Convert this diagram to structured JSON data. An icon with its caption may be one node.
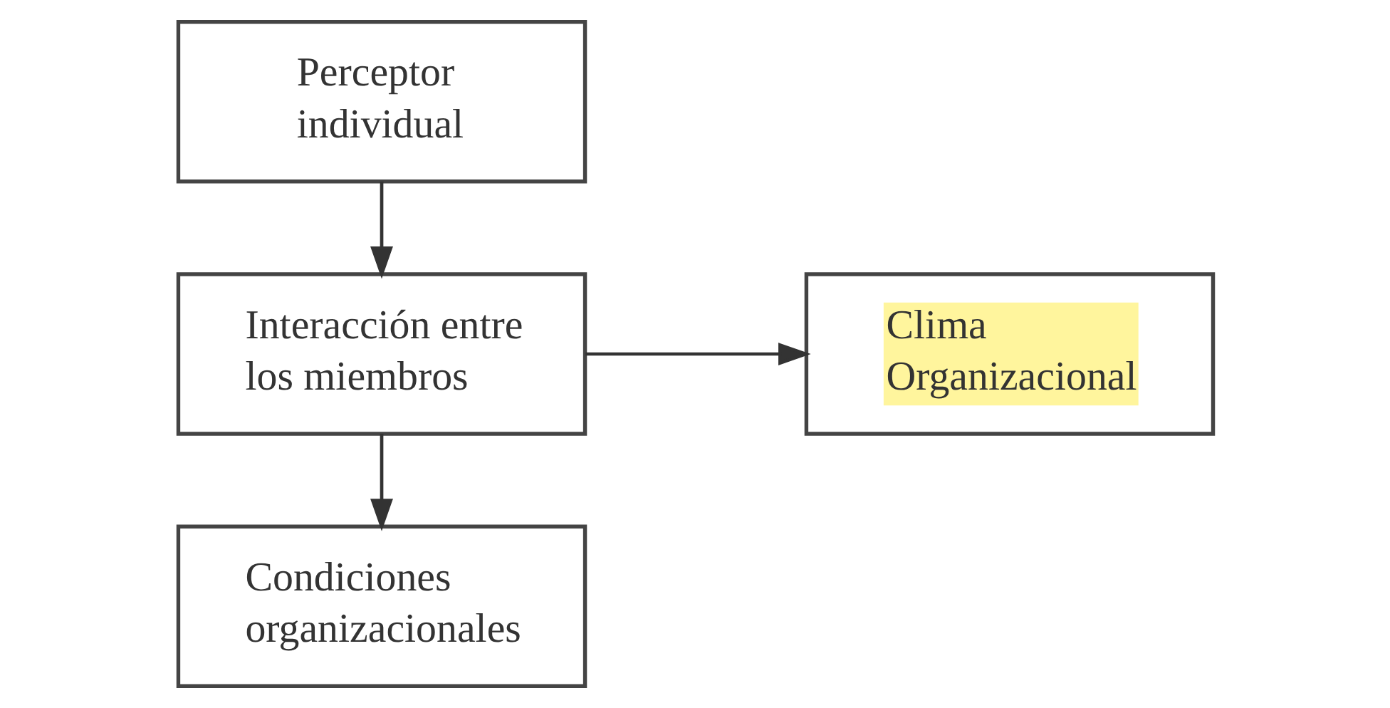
{
  "diagram": {
    "nodes": [
      {
        "text": [
          "Perceptor individual"
        ]
      },
      {
        "text": [
          "Interacción entre los miembros"
        ]
      },
      {
        "text": [
          "Condiciones organizacionales"
        ]
      },
      {
        "text": [
          "Clima Organizacional"
        ]
      }
    ],
    "edges": [
      {
        "from": 0,
        "to": 1,
        "arrow": "to"
      },
      {
        "from": 1,
        "to": 2,
        "arrow": "to"
      },
      {
        "from": 1,
        "to": 3,
        "arrow": "to"
      }
    ]
  }
}
